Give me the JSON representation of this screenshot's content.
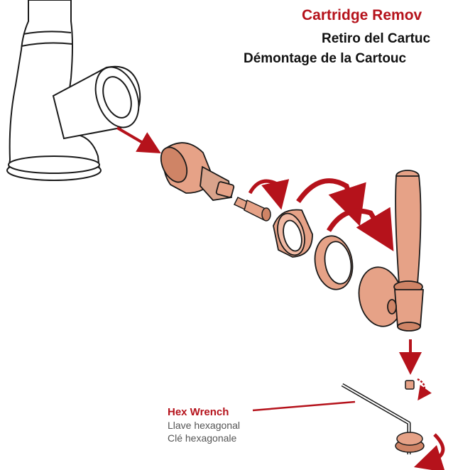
{
  "title": {
    "en": "Cartridge Remov",
    "es": "Retiro del Cartuc",
    "fr": "Démontage de la Cartouc"
  },
  "callout": {
    "en": "Hex Wrench",
    "es": "Llave hexagonal",
    "fr": "Clé hexagonale"
  },
  "colors": {
    "accent": "#b5121b",
    "part_fill": "#e6a287",
    "part_shade": "#cf8466",
    "outline": "#1a1a1a"
  }
}
